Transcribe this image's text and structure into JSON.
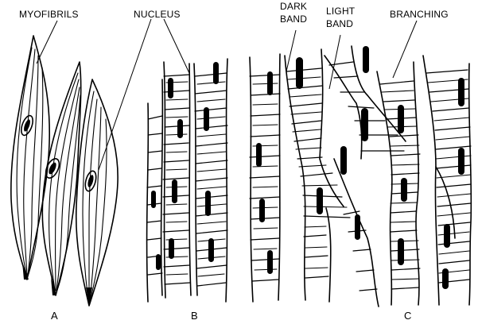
{
  "labels": {
    "myofibrils": "MYOFIBRILS",
    "nucleus": "NUCLEUS",
    "dark_band_line1": "DARK",
    "dark_band_line2": "BAND",
    "light_band_line1": "LIGHT",
    "light_band_line2": "BAND",
    "branching": "BRANCHING"
  },
  "panels": {
    "a": "A",
    "b": "B",
    "c": "C"
  },
  "colors": {
    "ink": "#000000",
    "background": "#ffffff"
  }
}
